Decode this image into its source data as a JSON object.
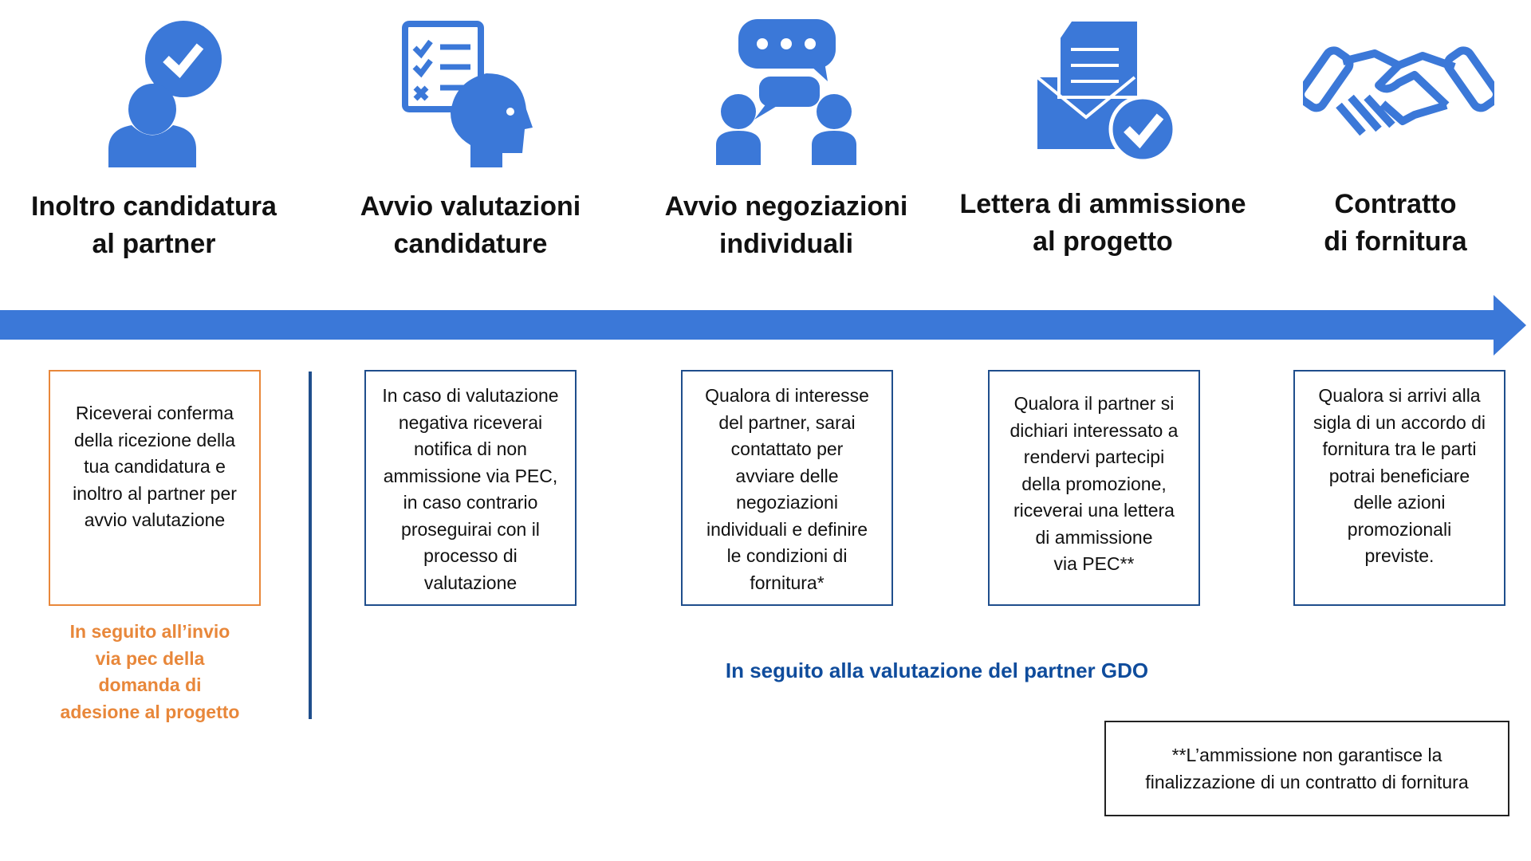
{
  "colors": {
    "primary": "#3b78d8",
    "box_border": "#1f4e8c",
    "orange": "#e8873a",
    "note_blue": "#0f4c9c"
  },
  "steps": [
    {
      "icon": "person-check-bubble-icon",
      "title_lines": [
        "Inoltro candidatura",
        "al partner"
      ],
      "text_lines": [
        "Riceverai conferma",
        "della ricezione della",
        "tua candidatura e",
        "inoltro al partner per",
        "avvio valutazione"
      ]
    },
    {
      "icon": "head-checklist-icon",
      "title_lines": [
        "Avvio valutazioni",
        "candidature"
      ],
      "text_lines": [
        "In caso di valutazione",
        "negativa riceverai",
        "notifica di non",
        "ammissione via PEC,",
        "in caso contrario",
        "proseguirai con il",
        "processo di",
        "valutazione"
      ]
    },
    {
      "icon": "people-conversation-icon",
      "title_lines": [
        "Avvio negoziazioni",
        "individuali"
      ],
      "text_lines": [
        "Qualora di interesse",
        "del partner, sarai",
        "contattato per",
        "avviare delle",
        "negoziazioni",
        "individuali e definire",
        "le condizioni di",
        "fornitura*"
      ]
    },
    {
      "icon": "letter-envelope-check-icon",
      "title_lines": [
        "Lettera di ammissione",
        "al progetto"
      ],
      "text_lines": [
        "Qualora il partner si",
        "dichiari interessato a",
        "rendervi partecipi",
        "della promozione,",
        "riceverai una lettera",
        "di ammissione",
        "via PEC**"
      ]
    },
    {
      "icon": "handshake-icon",
      "title_lines": [
        "Contratto",
        "di fornitura"
      ],
      "text_lines": [
        "Qualora si arrivi alla",
        "sigla di un accordo di",
        "fornitura tra le parti",
        "potrai beneficiare",
        "delle azioni",
        "promozionali",
        "previste."
      ]
    }
  ],
  "orange_note_lines": [
    "In seguito all’invio",
    "via pec della",
    "domanda di",
    "adesione al progetto"
  ],
  "blue_note": "In seguito alla valutazione del partner GDO",
  "footnote_lines": [
    "**L’ammissione non garantisce la",
    "finalizzazione di un contratto di fornitura"
  ]
}
